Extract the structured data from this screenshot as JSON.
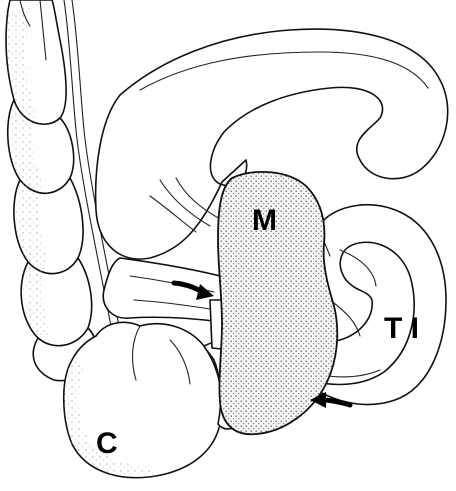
{
  "labels": {
    "mass": "M",
    "cecum": "C",
    "terminal_ileum": "T I"
  },
  "colors": {
    "ink": "#000000",
    "paper": "#ffffff"
  }
}
